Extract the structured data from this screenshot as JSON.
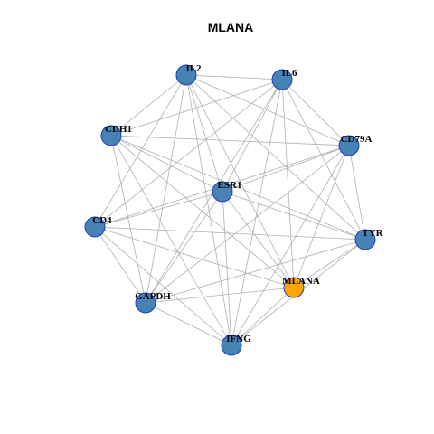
{
  "title": "MLANA",
  "colors": {
    "node_default": "#4682B4",
    "node_highlight": "#FFA500",
    "node_border": "#1f3fbf",
    "edge": "#b0b0b0"
  },
  "nodes": [
    {
      "id": "IL2",
      "label": "IL2",
      "highlight": false
    },
    {
      "id": "IL6",
      "label": "IL6",
      "highlight": false
    },
    {
      "id": "CDH1",
      "label": "CDH1",
      "highlight": false
    },
    {
      "id": "CD79A",
      "label": "CD79A",
      "highlight": false
    },
    {
      "id": "ESR1",
      "label": "ESR1",
      "highlight": false
    },
    {
      "id": "CD4",
      "label": "CD4",
      "highlight": false
    },
    {
      "id": "TYR",
      "label": "TYR",
      "highlight": false
    },
    {
      "id": "MLANA",
      "label": "MLANA",
      "highlight": true
    },
    {
      "id": "GAPDH",
      "label": "GAPDH",
      "highlight": false
    },
    {
      "id": "IFNG",
      "label": "IFNG",
      "highlight": false
    }
  ],
  "edges": [
    [
      "IL2",
      "IL6"
    ],
    [
      "IL2",
      "CDH1"
    ],
    [
      "IL2",
      "CD79A"
    ],
    [
      "IL2",
      "ESR1"
    ],
    [
      "IL2",
      "CD4"
    ],
    [
      "IL2",
      "TYR"
    ],
    [
      "IL2",
      "MLANA"
    ],
    [
      "IL2",
      "GAPDH"
    ],
    [
      "IL2",
      "IFNG"
    ],
    [
      "IL6",
      "CDH1"
    ],
    [
      "IL6",
      "CD79A"
    ],
    [
      "IL6",
      "ESR1"
    ],
    [
      "IL6",
      "CD4"
    ],
    [
      "IL6",
      "TYR"
    ],
    [
      "IL6",
      "MLANA"
    ],
    [
      "IL6",
      "GAPDH"
    ],
    [
      "IL6",
      "IFNG"
    ],
    [
      "CDH1",
      "CD79A"
    ],
    [
      "CDH1",
      "ESR1"
    ],
    [
      "CDH1",
      "TYR"
    ],
    [
      "CDH1",
      "MLANA"
    ],
    [
      "CDH1",
      "GAPDH"
    ],
    [
      "CDH1",
      "IFNG"
    ],
    [
      "CD79A",
      "ESR1"
    ],
    [
      "CD79A",
      "CD4"
    ],
    [
      "CD79A",
      "TYR"
    ],
    [
      "CD79A",
      "MLANA"
    ],
    [
      "CD79A",
      "GAPDH"
    ],
    [
      "CD79A",
      "IFNG"
    ],
    [
      "ESR1",
      "CD4"
    ],
    [
      "ESR1",
      "TYR"
    ],
    [
      "ESR1",
      "MLANA"
    ],
    [
      "ESR1",
      "GAPDH"
    ],
    [
      "ESR1",
      "IFNG"
    ],
    [
      "CD4",
      "TYR"
    ],
    [
      "CD4",
      "MLANA"
    ],
    [
      "CD4",
      "GAPDH"
    ],
    [
      "CD4",
      "IFNG"
    ],
    [
      "TYR",
      "MLANA"
    ],
    [
      "TYR",
      "GAPDH"
    ],
    [
      "TYR",
      "IFNG"
    ],
    [
      "MLANA",
      "GAPDH"
    ],
    [
      "MLANA",
      "IFNG"
    ],
    [
      "GAPDH",
      "IFNG"
    ]
  ]
}
